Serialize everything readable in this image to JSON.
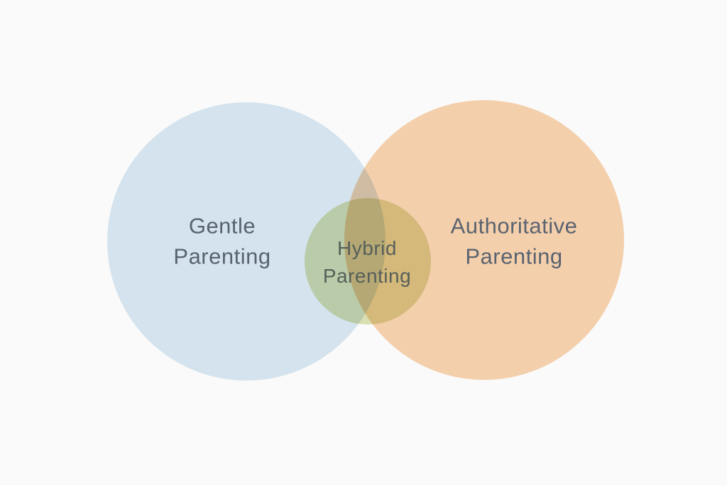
{
  "diagram": {
    "type": "venn",
    "background_color": "#fafafa",
    "text_color": "#5a6370",
    "circles": {
      "left": {
        "label": "Gentle\nParenting",
        "color": "#d9e8f2"
      },
      "right": {
        "label": "Authoritative\nParenting",
        "color": "#f9d3b0"
      },
      "center": {
        "label": "Hybrid\nParenting",
        "color": "#dfe4b6"
      }
    }
  }
}
